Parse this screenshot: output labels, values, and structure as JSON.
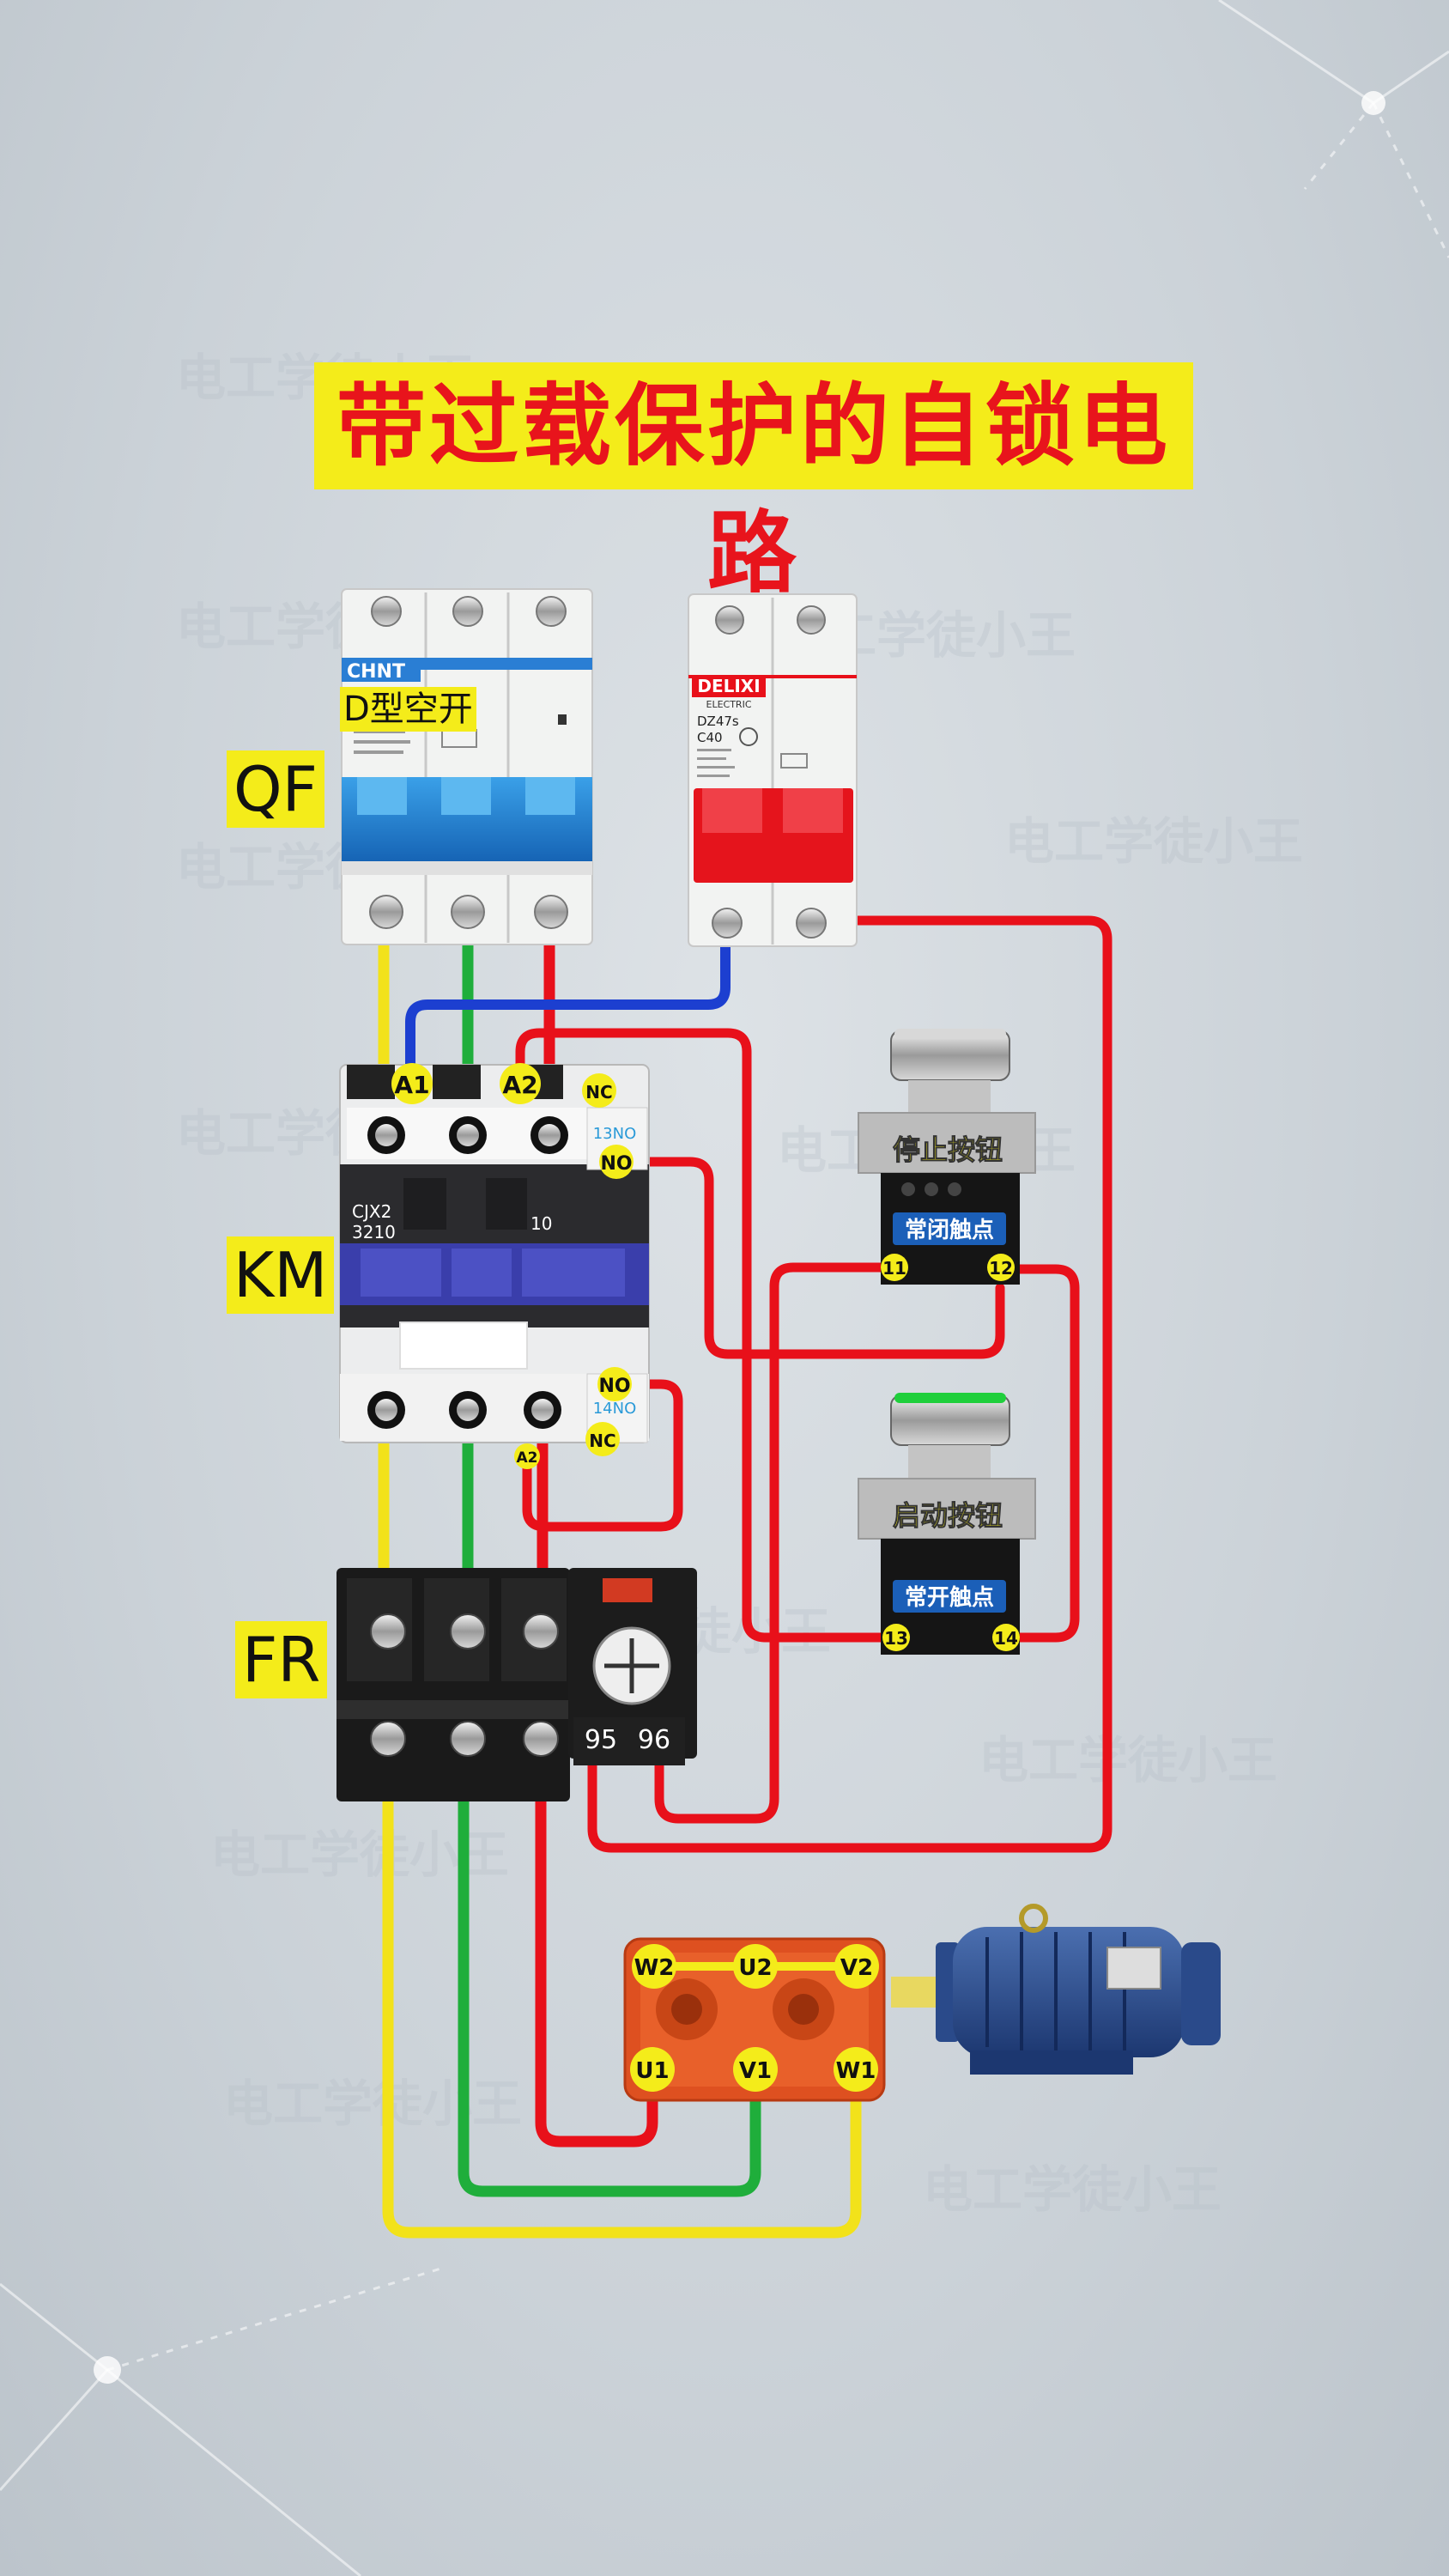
{
  "title": "带过载保护的自锁电路",
  "watermark": "电工学徒小王",
  "labels": {
    "qf": "QF",
    "km": "KM",
    "fr": "FR",
    "d_type_breaker": "D型空开"
  },
  "breaker_main": {
    "brand": "CHNT"
  },
  "breaker_control": {
    "brand": "DELIXI",
    "sub_brand": "ELECTRIC",
    "model": "DZ47s",
    "rating": "C40"
  },
  "contactor": {
    "model_line1": "CJX2",
    "model_line2": "3210",
    "aux": "10",
    "terminals": {
      "a1": "A1",
      "a2": "A2",
      "a2_lower": "A2",
      "nc_top": "NC",
      "no_top_small": "13NO",
      "no_top": "NO",
      "no_bottom": "NO",
      "no_bottom_small": "14NO",
      "nc_bottom": "NC"
    }
  },
  "stop_button": {
    "name": "停止按钮",
    "contact": "常闭触点",
    "t1": "11",
    "t2": "12"
  },
  "start_button": {
    "name": "启动按钮",
    "contact": "常开触点",
    "t1": "13",
    "t2": "14"
  },
  "overload_relay": {
    "t95": "95",
    "t96": "96"
  },
  "motor_terminals": {
    "w2": "W2",
    "u2": "U2",
    "v2": "V2",
    "u1": "U1",
    "v1": "V1",
    "w1": "W1"
  },
  "colors": {
    "title_bg": "#f4ec1a",
    "title_text": "#e8141c",
    "wire_yellow": "#f2e21a",
    "wire_green": "#1fae3b",
    "wire_red": "#e8101a",
    "wire_blue": "#1c3fd0",
    "terminal_badge": "#f4ec1a",
    "button_label_bg": "#1b5fb8"
  }
}
